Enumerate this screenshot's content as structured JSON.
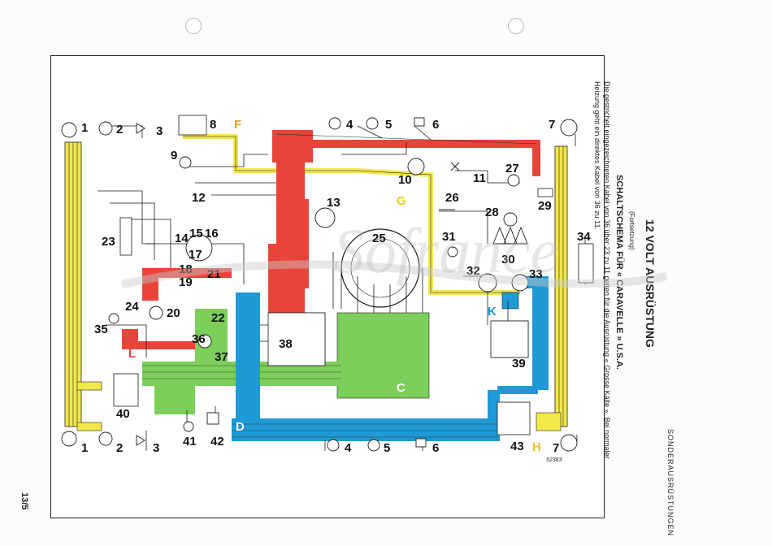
{
  "header": {
    "section_title": "SONDERAUSRÜSTUNGEN",
    "page_number": "13/5"
  },
  "diagram": {
    "title": "12 VOLT AUSRÜSTUNG",
    "subtitle_continued": "(Fortsetzung)",
    "subtitle": "SCHALTSCHEMA FÜR « CARAVELLE » U.S.A.",
    "note_line1": "Die gestrichelt eingezeichneten Kabel von 36 über 23 zu 11 gelten für die Ausrüstung « Grosse Kälte ». Bei normaler",
    "note_line2": "Heizung geht ein direktes Kabel von 36 zu 11.",
    "reference_code": "52383",
    "harness_labels": [
      "F",
      "G",
      "K",
      "L",
      "C",
      "D",
      "H"
    ],
    "watermark_text": "Sofrance",
    "component_numbers": [
      "1",
      "2",
      "3",
      "4",
      "5",
      "6",
      "7",
      "8",
      "9",
      "10",
      "11",
      "12",
      "13",
      "14",
      "15",
      "16",
      "17",
      "18",
      "19",
      "20",
      "21",
      "22",
      "23",
      "24",
      "25",
      "26",
      "27",
      "28",
      "29",
      "30",
      "31",
      "32",
      "33",
      "34",
      "35",
      "36",
      "37",
      "38",
      "39",
      "40",
      "41",
      "42",
      "43"
    ],
    "colors": {
      "red_harness": "#e8443a",
      "yellow_harness": "#f2e84a",
      "green_harness": "#7ccf5a",
      "blue_harness": "#1f9ad6",
      "wire": "#1a1a1a",
      "label_orange": "#f0a020"
    }
  }
}
